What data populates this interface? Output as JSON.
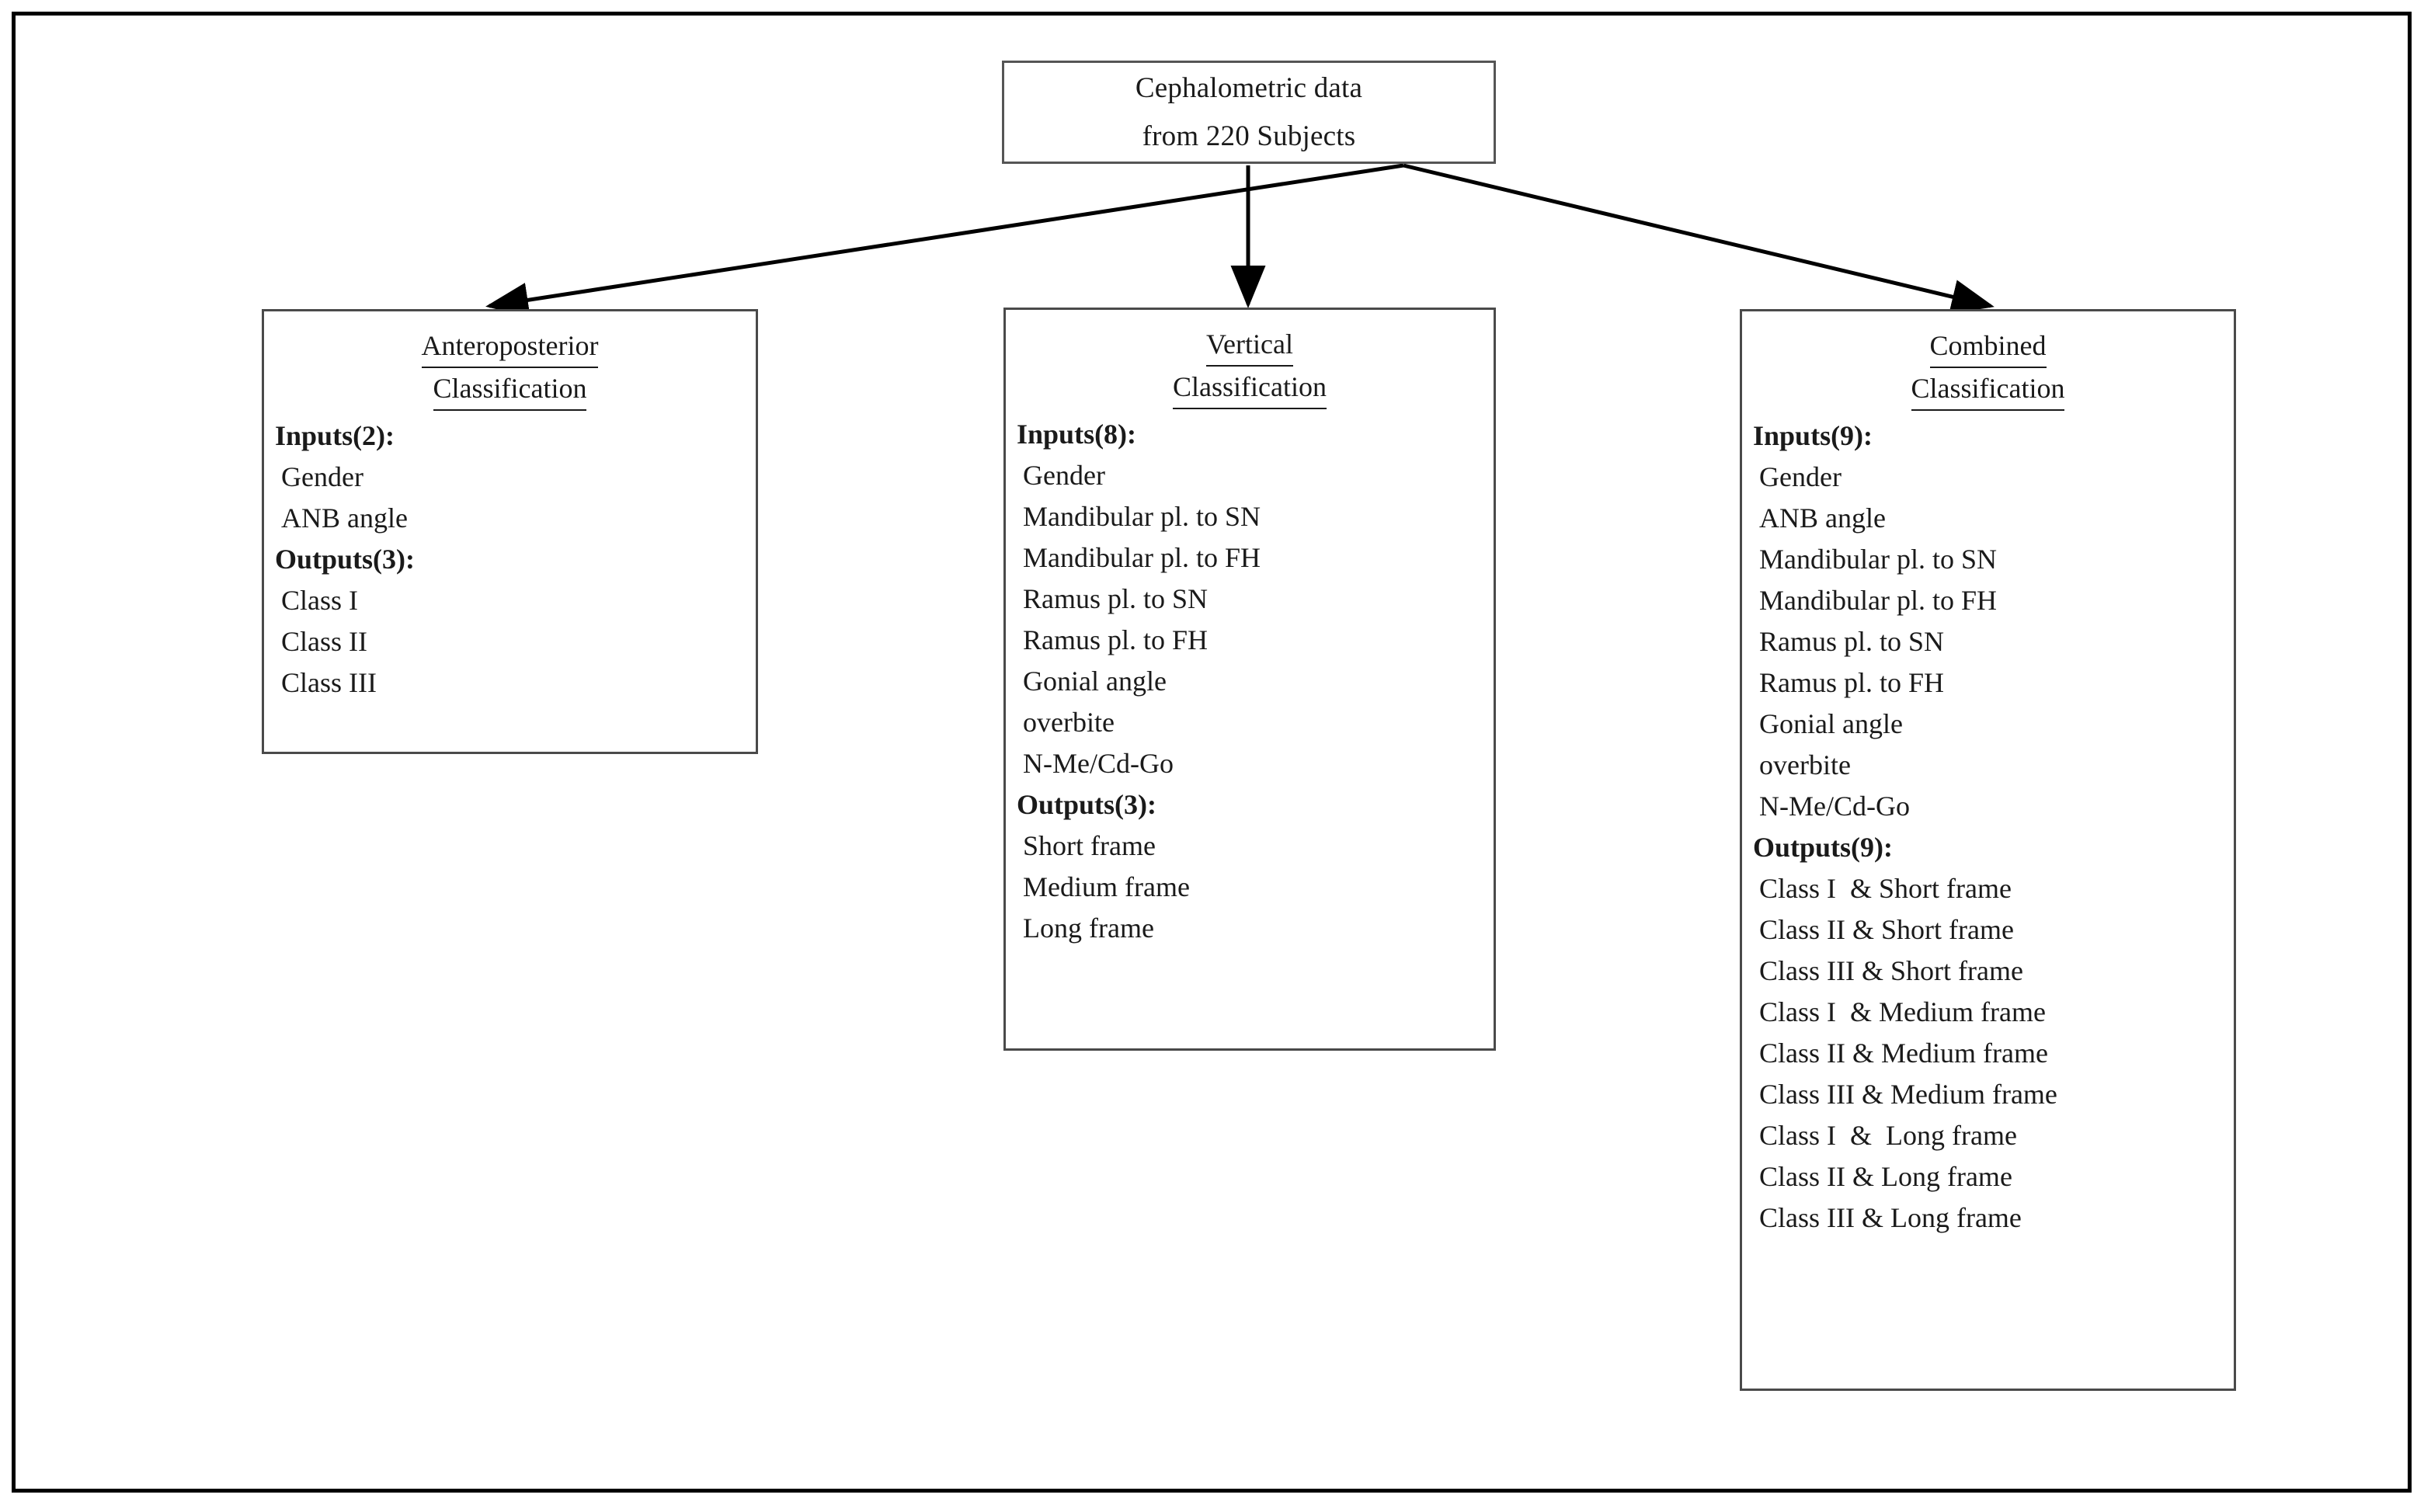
{
  "diagram": {
    "root": {
      "lines": [
        "Cephalometric data",
        "from 220 Subjects"
      ]
    },
    "branches": [
      {
        "id": "anteroposterior",
        "title_line1": "Anteroposterior",
        "title_line2": "Classification",
        "inputs_label": "Inputs(2):",
        "inputs": [
          "Gender",
          "ANB angle"
        ],
        "outputs_label": "Outputs(3):",
        "outputs": [
          "Class I",
          "Class II",
          "Class III"
        ]
      },
      {
        "id": "vertical",
        "title_line1": "Vertical",
        "title_line2": "Classification",
        "inputs_label": "Inputs(8):",
        "inputs": [
          "Gender",
          "Mandibular pl. to SN",
          "Mandibular pl. to FH",
          "Ramus pl. to SN",
          "Ramus pl. to FH",
          "Gonial angle",
          "overbite",
          "N-Me/Cd-Go"
        ],
        "outputs_label": "Outputs(3):",
        "outputs": [
          "Short frame",
          "Medium frame",
          "Long frame"
        ]
      },
      {
        "id": "combined",
        "title_line1": "Combined",
        "title_line2": "Classification",
        "inputs_label": "Inputs(9):",
        "inputs": [
          "Gender",
          "ANB angle",
          "Mandibular pl. to SN",
          "Mandibular pl. to FH",
          "Ramus pl. to SN",
          "Ramus pl. to FH",
          "Gonial angle",
          "overbite",
          "N-Me/Cd-Go"
        ],
        "outputs_label": "Outputs(9):",
        "outputs": [
          "Class I  & Short frame",
          "Class II & Short frame",
          "Class III & Short frame",
          "Class I  & Medium frame",
          "Class II & Medium frame",
          "Class III & Medium frame",
          "Class I  &  Long frame",
          "Class II & Long frame",
          "Class III & Long frame"
        ]
      }
    ],
    "colors": {
      "frame": "#000000",
      "box_border": "#4a4a4a",
      "text": "#1a1a1a",
      "arrow": "#000000"
    }
  }
}
